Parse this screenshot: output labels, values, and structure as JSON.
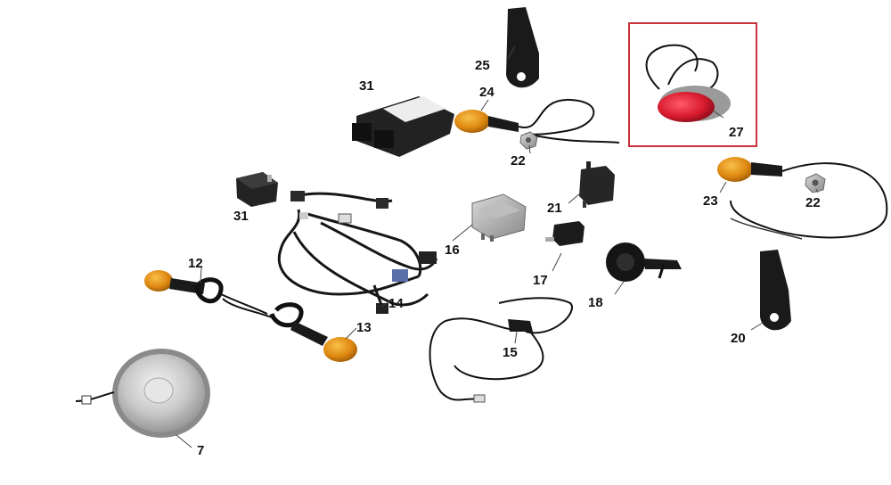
{
  "diagram": {
    "highlight_color": "#c8323a",
    "labels": {
      "p7": "7",
      "p12": "12",
      "p13": "13",
      "p14": "14",
      "p15": "15",
      "p16": "16",
      "p17": "17",
      "p18": "18",
      "p20": "20",
      "p21": "21",
      "p22a": "22",
      "p22b": "22",
      "p23": "23",
      "p24": "24",
      "p25": "25",
      "p27": "27",
      "p31a": "31",
      "p31b": "31"
    }
  }
}
